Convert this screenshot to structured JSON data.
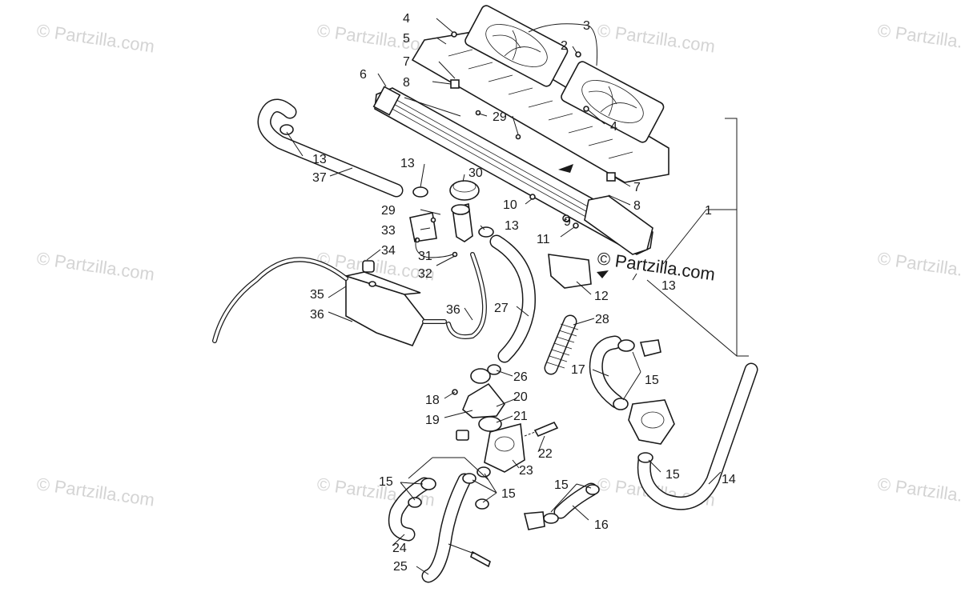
{
  "watermark": {
    "text": "© Partzilla.com",
    "center_text": "© Partzilla.com"
  },
  "callouts": [
    "1",
    "2",
    "3",
    "4",
    "4",
    "5",
    "6",
    "7",
    "7",
    "8",
    "8",
    "9",
    "10",
    "11",
    "12",
    "13",
    "13",
    "13",
    "13",
    "14",
    "15",
    "15",
    "15",
    "15",
    "15",
    "15",
    "16",
    "17",
    "18",
    "19",
    "20",
    "21",
    "22",
    "23",
    "24",
    "25",
    "26",
    "27",
    "28",
    "29",
    "29",
    "30",
    "31",
    "32",
    "33",
    "34",
    "35",
    "36",
    "36",
    "37"
  ],
  "colors": {
    "ink": "#1a1a1a",
    "watermark": "#d4d4d4",
    "background": "#ffffff"
  }
}
